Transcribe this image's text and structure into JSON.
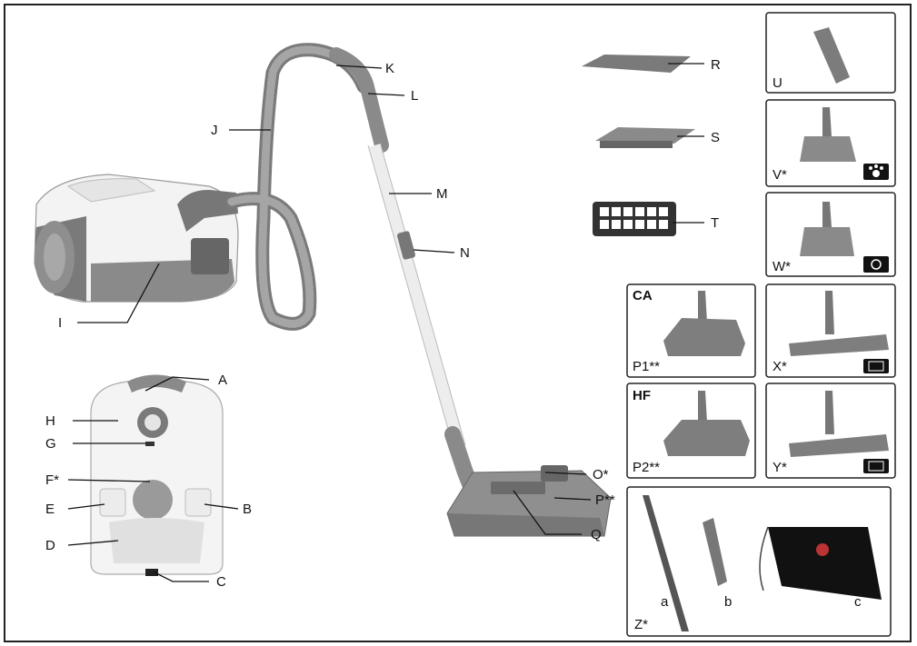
{
  "labels": {
    "A": "A",
    "B": "B",
    "C": "C",
    "D": "D",
    "E": "E",
    "F": "F*",
    "G": "G",
    "H": "H",
    "I": "I",
    "J": "J",
    "K": "K",
    "L": "L",
    "M": "M",
    "N": "N",
    "O": "O*",
    "P": "P**",
    "Q": "Q",
    "R": "R",
    "S": "S",
    "T": "T",
    "U": "U",
    "V": "V*",
    "W": "W*",
    "X": "X*",
    "Y": "Y*",
    "P1": "P1**",
    "P2": "P2**",
    "Z": "Z*",
    "a": "a",
    "b": "b",
    "c": "c"
  },
  "box_titles": {
    "CA": "CA",
    "HF": "HF"
  },
  "icons": {
    "V": "paw-icon",
    "W": "turbo-brush-icon",
    "X": "hard-floor-icon",
    "Y": "hard-floor-icon"
  },
  "colors": {
    "body": "#f2f2f2",
    "grey_parts": "#8a8a8a",
    "dark_parts": "#555555"
  }
}
